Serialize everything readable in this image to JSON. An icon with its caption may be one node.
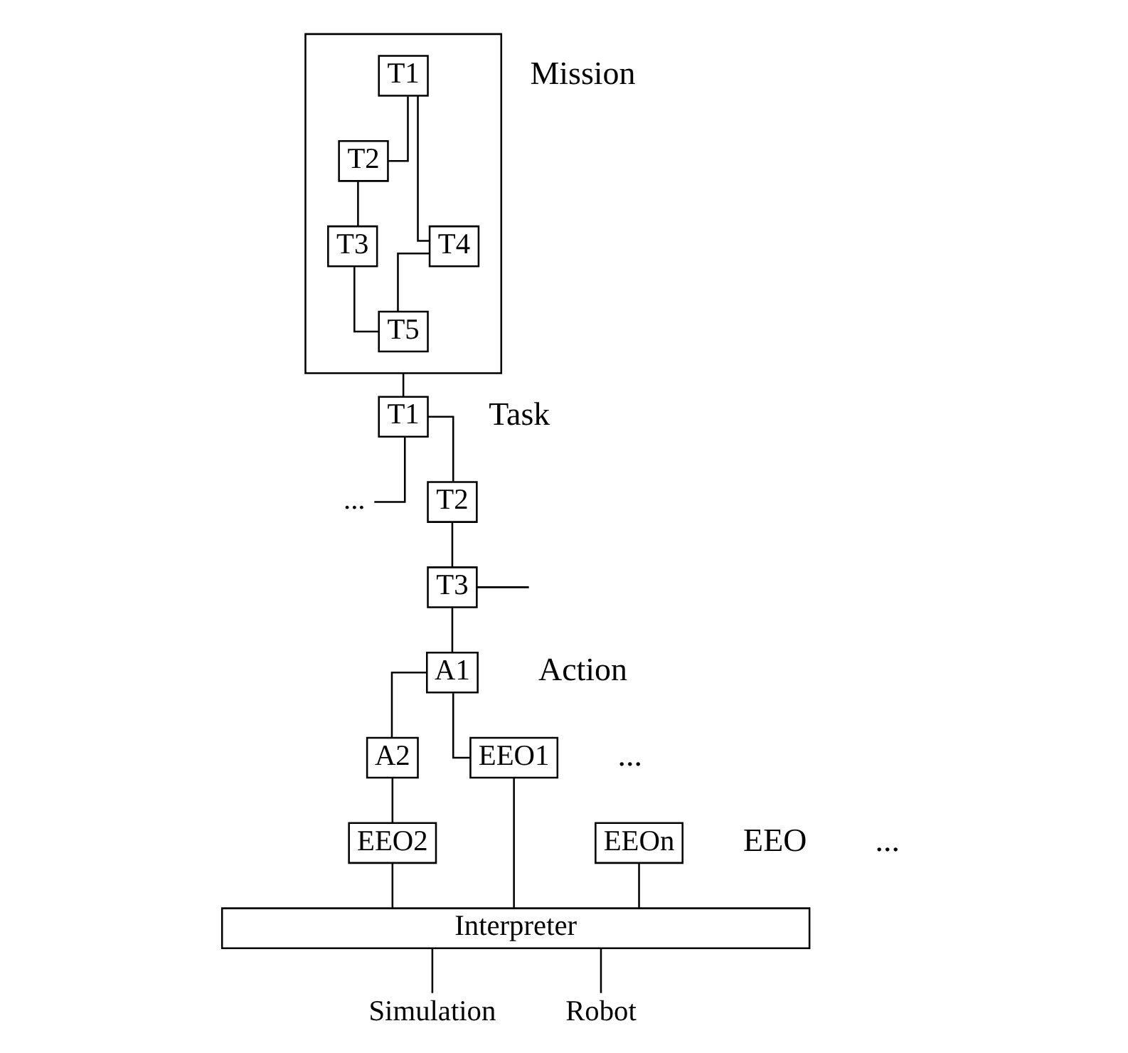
{
  "diagram": {
    "nodes": [
      {
        "text": [],
        "shape": "box"
      },
      {
        "text": [
          "T1"
        ],
        "in": 0
      },
      {
        "text": [
          "T2"
        ],
        "in": 0
      },
      {
        "text": [
          "T3"
        ],
        "in": 0
      },
      {
        "text": [
          "T4"
        ],
        "in": 0
      },
      {
        "text": [
          "T5"
        ],
        "in": 0
      },
      {
        "text": [
          "T1"
        ]
      },
      {
        "text": [
          "..."
        ]
      },
      {
        "text": [
          "T2"
        ]
      },
      {
        "text": [
          "T3"
        ]
      },
      {
        "text": [
          "A1"
        ]
      },
      {
        "text": [
          "A2"
        ]
      },
      {
        "text": [
          "EEOn"
        ]
      },
      {
        "text": [
          "EEO2"
        ]
      },
      {
        "text": [
          "EEO1"
        ]
      },
      {
        "text": [
          "Interpreter"
        ]
      },
      {
        "text": [
          "Simulation"
        ]
      },
      {
        "text": [
          "Robot"
        ]
      }
    ],
    "edges": [
      {
        "from": 1,
        "to": 2,
        "arrow": "none"
      },
      {
        "from": 2,
        "to": 3,
        "arrow": "none"
      },
      {
        "from": 3,
        "to": 5,
        "arrow": "none"
      },
      {
        "from": 1,
        "to": 4,
        "arrow": "none"
      },
      {
        "from": 4,
        "to": 5,
        "arrow": "none"
      },
      {
        "from": 0,
        "to": 6,
        "arrow": "none"
      },
      {
        "from": 6,
        "to": 7,
        "arrow": "none"
      },
      {
        "from": 6,
        "to": 8,
        "arrow": "none"
      },
      {
        "from": 8,
        "to": 9,
        "arrow": "none"
      },
      {
        "from": 9,
        "to": null,
        "arrow": "none"
      },
      {
        "from": 9,
        "to": 10,
        "arrow": "none"
      },
      {
        "from": 10,
        "to": 11,
        "arrow": "none"
      },
      {
        "from": 10,
        "to": 14,
        "arrow": "none"
      },
      {
        "from": 11,
        "to": 13,
        "arrow": "none"
      },
      {
        "from": 12,
        "to": 15,
        "arrow": "none"
      },
      {
        "from": 13,
        "to": 15,
        "arrow": "none"
      },
      {
        "from": 14,
        "to": 15,
        "arrow": "none"
      },
      {
        "from": 15,
        "to": 16,
        "arrow": "none"
      },
      {
        "from": 15,
        "to": 17,
        "arrow": "none"
      }
    ],
    "labels": [
      "Mission",
      "Task",
      "...",
      "Action",
      "EEO",
      "..."
    ]
  }
}
